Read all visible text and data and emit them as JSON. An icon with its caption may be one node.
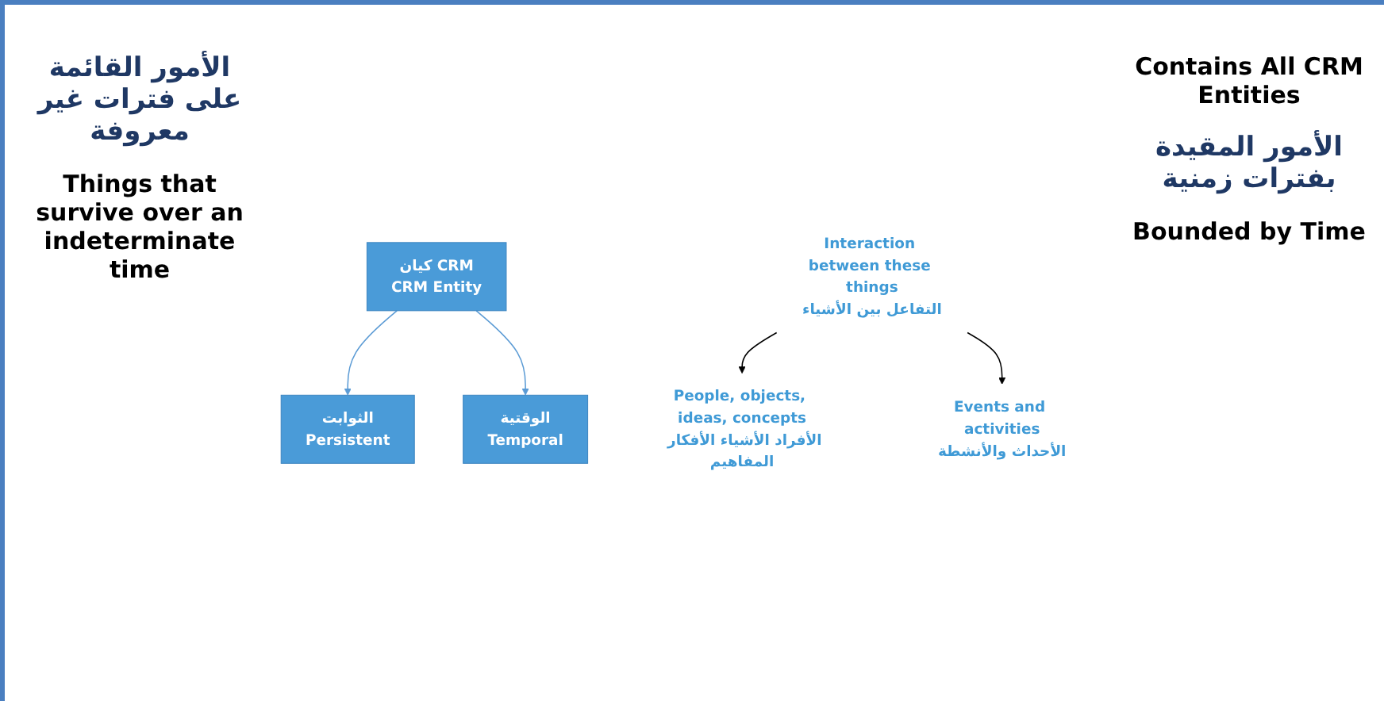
{
  "diagram": {
    "nodes": [
      {
        "text": [
          "كيان CRM",
          "CRM Entity"
        ]
      },
      {
        "text": [
          "الثوابت",
          "Persistent"
        ]
      },
      {
        "text": [
          "الوقتية",
          "Temporal"
        ]
      },
      {
        "text": [
          "Interaction between these things",
          "التفاعل بين الأشياء"
        ]
      },
      {
        "text": [
          "People, objects, ideas, concepts",
          "الأفراد الأشياء الأفكار المفاهيم"
        ]
      },
      {
        "text": [
          "Events and activities",
          "الأحداث والأنشطة"
        ]
      }
    ],
    "edges": [
      {
        "from": 0,
        "to": 1,
        "arrow": "to"
      },
      {
        "from": 0,
        "to": 2,
        "arrow": "to"
      },
      {
        "from": 3,
        "to": 4,
        "arrow": "to",
        "color": "#000000"
      },
      {
        "from": 3,
        "to": 5,
        "arrow": "to",
        "color": "#000000"
      }
    ],
    "labels": [
      "الأمور القائمة على فترات غير معروفة",
      "Contains All CRM Entities",
      "الأمور المقيدة بفترات زمنية",
      "Things that survive over an indeterminate time",
      "Bounded by Time"
    ]
  }
}
